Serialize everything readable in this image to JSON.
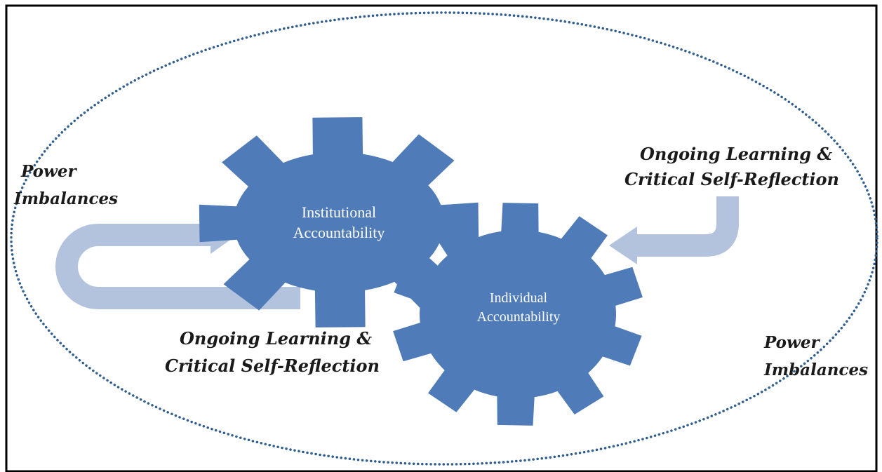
{
  "diagram": {
    "gears": {
      "institutional": {
        "line1": "Institutional",
        "line2": "Accountability"
      },
      "individual": {
        "line1": "Individual",
        "line2": "Accountability"
      }
    },
    "labels": {
      "power_top_left": {
        "line1": "Power",
        "line2": "Imbalances"
      },
      "power_bottom_right": {
        "line1": "Power",
        "line2": "Imbalances"
      },
      "learning_top_right": {
        "line1": "Ongoing Learning &",
        "line2": "Critical Self-Reflection"
      },
      "learning_bottom_left": {
        "line1": "Ongoing Learning &",
        "line2": "Critical Self-Reflection"
      }
    },
    "colors": {
      "gear": "#4f7bb8",
      "arrow": "#b3c3de",
      "ellipse": "#2f5d8f",
      "frame": "#000000"
    }
  }
}
